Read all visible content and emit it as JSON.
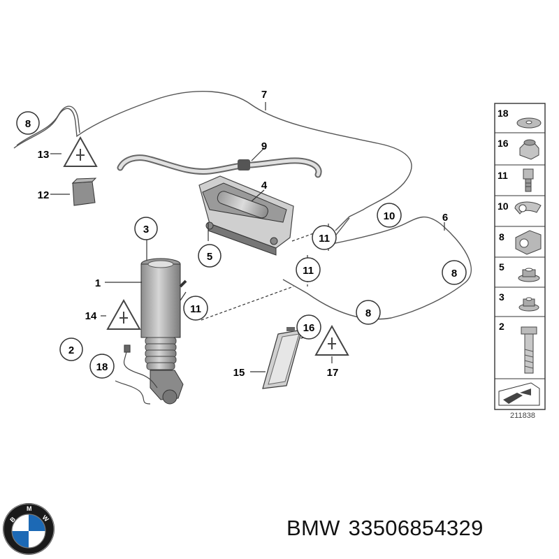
{
  "diagram": {
    "callouts": [
      "1",
      "2",
      "3",
      "4",
      "5",
      "6",
      "7",
      "8",
      "9",
      "10",
      "11",
      "12",
      "13",
      "14",
      "15",
      "16",
      "17",
      "18"
    ],
    "legend": {
      "items": [
        "18",
        "16",
        "11",
        "10",
        "8",
        "5",
        "3",
        "2"
      ],
      "code": "211838"
    }
  },
  "footer": {
    "brand": "BMW",
    "part_number": "33506854329",
    "logo_letters": "BMW"
  },
  "colors": {
    "line": "#444444",
    "part_fill": "#bdbdbd",
    "part_dark": "#7a7a7a",
    "bmw_blue": "#1c69b5"
  }
}
